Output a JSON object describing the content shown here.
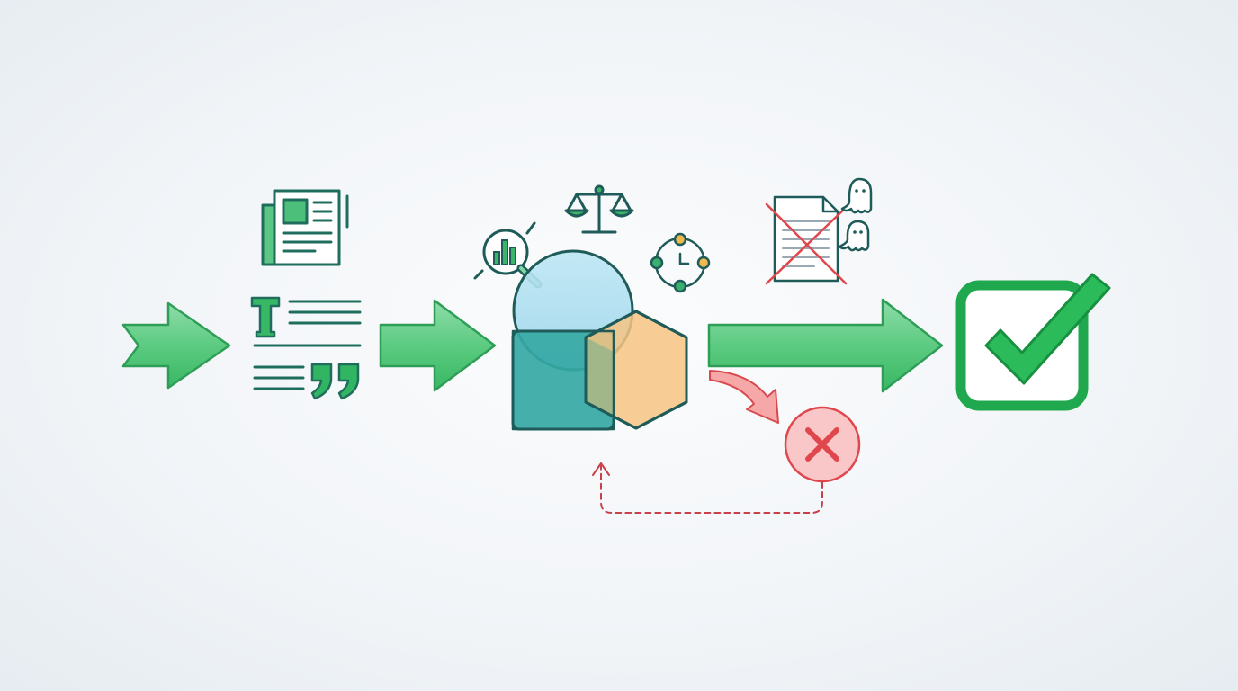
{
  "diagram": {
    "type": "pipeline-flow",
    "text_labels": [],
    "colors": {
      "background": "#eef2f6",
      "flow_green": "#3dbb68",
      "flow_green_light": "#7ed69a",
      "outline_dark": "#1f5b58",
      "icon_teal": "#1f7d72",
      "circle_blue": "#a8dcef",
      "square_teal": "#3aa9a6",
      "hexagon_orange": "#f8cb8e",
      "reject_red": "#e0474c",
      "reject_fill": "#f9c7c8",
      "check_green": "#22b553"
    },
    "stages": [
      {
        "key": "input",
        "icon": "right-arrow-icon"
      },
      {
        "key": "source-content",
        "icons": [
          "newspaper-icon",
          "text-document-icon",
          "quote-icon"
        ]
      },
      {
        "key": "analysis",
        "icons": [
          "magnifier-chart-icon",
          "balance-scale-icon",
          "cycle-timer-icon",
          "venn-overlap-icon"
        ]
      },
      {
        "key": "filtering",
        "icons": [
          "crossed-out-document-icon",
          "ghost-icon"
        ]
      },
      {
        "key": "rejection",
        "icons": [
          "reject-circle-icon",
          "feedback-loop-arrow-icon"
        ]
      },
      {
        "key": "output",
        "icon": "checkbox-check-icon"
      }
    ]
  }
}
